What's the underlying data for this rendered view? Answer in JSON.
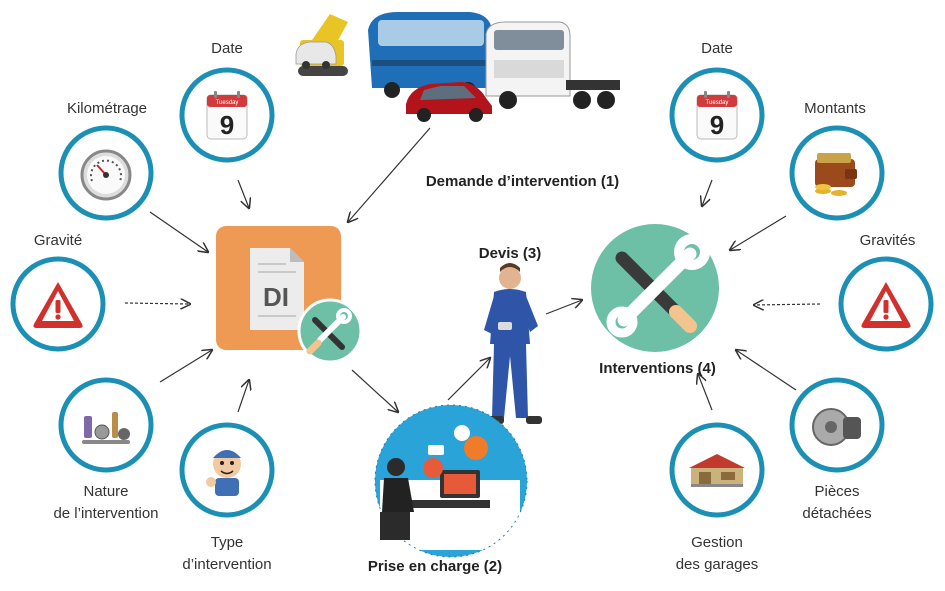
{
  "labels": {
    "date_left": "Date",
    "kilometrage": "Kilométrage",
    "gravite": "Gravité",
    "nature_line1": "Nature",
    "nature_line2": "de l’intervention",
    "type_line1": "Type",
    "type_line2": "d’intervention",
    "demande": "Demande d’intervention (1)",
    "prise_en_charge": "Prise en charge (2)",
    "devis": "Devis (3)",
    "interventions": "Interventions (4)",
    "date_right": "Date",
    "montants": "Montants",
    "gravites": "Gravités",
    "pieces_line1": "Pièces",
    "pieces_line2": "détachées",
    "gestion_line1": "Gestion",
    "gestion_line2": "des garages"
  },
  "di_badge": "DI",
  "calendar": {
    "day_name": "Tuesday",
    "day_number": "9"
  },
  "colors": {
    "ring_blue": "#1b8fb4",
    "di_orange": "#ee9a55",
    "teal_circle": "#6dc0a5",
    "arrow_gray": "#333333",
    "warning_red": "#d0312d"
  }
}
